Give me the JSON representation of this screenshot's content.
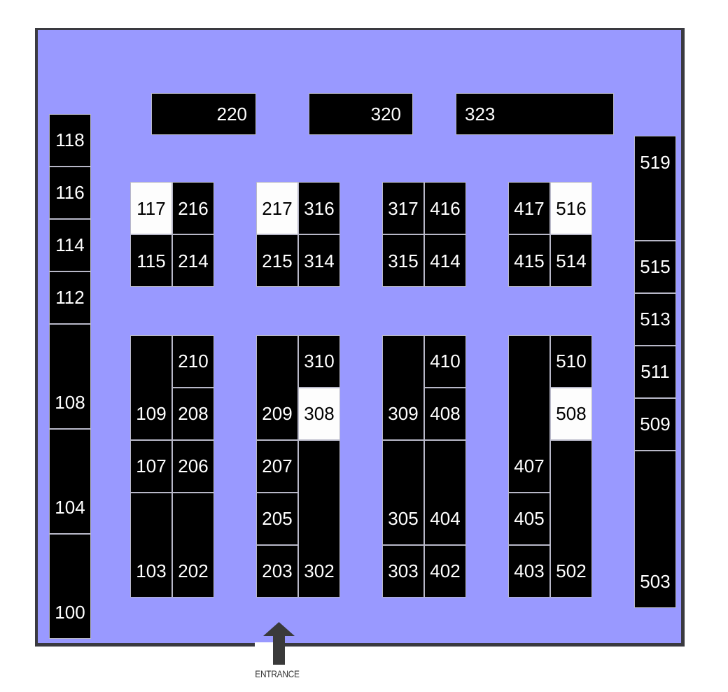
{
  "map": {
    "entrance_label": "ENTRANCE",
    "colors": {
      "floor": "#9999ff",
      "booth": "#000000",
      "booth_highlighted": "#fdfdfd",
      "wall": "#3a3a40"
    }
  },
  "booths": [
    {
      "number": "118",
      "highlighted": false
    },
    {
      "number": "116",
      "highlighted": false
    },
    {
      "number": "114",
      "highlighted": false
    },
    {
      "number": "112",
      "highlighted": false
    },
    {
      "number": "108",
      "highlighted": false
    },
    {
      "number": "104",
      "highlighted": false
    },
    {
      "number": "100",
      "highlighted": false
    },
    {
      "number": "220",
      "highlighted": false
    },
    {
      "number": "320",
      "highlighted": false
    },
    {
      "number": "323",
      "highlighted": false
    },
    {
      "number": "117",
      "highlighted": true
    },
    {
      "number": "216",
      "highlighted": false
    },
    {
      "number": "115",
      "highlighted": false
    },
    {
      "number": "214",
      "highlighted": false
    },
    {
      "number": "217",
      "highlighted": true
    },
    {
      "number": "316",
      "highlighted": false
    },
    {
      "number": "215",
      "highlighted": false
    },
    {
      "number": "314",
      "highlighted": false
    },
    {
      "number": "317",
      "highlighted": false
    },
    {
      "number": "416",
      "highlighted": false
    },
    {
      "number": "315",
      "highlighted": false
    },
    {
      "number": "414",
      "highlighted": false
    },
    {
      "number": "417",
      "highlighted": false
    },
    {
      "number": "516",
      "highlighted": true
    },
    {
      "number": "415",
      "highlighted": false
    },
    {
      "number": "514",
      "highlighted": false
    },
    {
      "number": "109",
      "highlighted": false
    },
    {
      "number": "210",
      "highlighted": false
    },
    {
      "number": "208",
      "highlighted": false
    },
    {
      "number": "107",
      "highlighted": false
    },
    {
      "number": "206",
      "highlighted": false
    },
    {
      "number": "103",
      "highlighted": false
    },
    {
      "number": "202",
      "highlighted": false
    },
    {
      "number": "209",
      "highlighted": false
    },
    {
      "number": "310",
      "highlighted": false
    },
    {
      "number": "308",
      "highlighted": true
    },
    {
      "number": "207",
      "highlighted": false
    },
    {
      "number": "205",
      "highlighted": false
    },
    {
      "number": "203",
      "highlighted": false
    },
    {
      "number": "302",
      "highlighted": false
    },
    {
      "number": "309",
      "highlighted": false
    },
    {
      "number": "410",
      "highlighted": false
    },
    {
      "number": "408",
      "highlighted": false
    },
    {
      "number": "305",
      "highlighted": false
    },
    {
      "number": "404",
      "highlighted": false
    },
    {
      "number": "303",
      "highlighted": false
    },
    {
      "number": "402",
      "highlighted": false
    },
    {
      "number": "407",
      "highlighted": false
    },
    {
      "number": "510",
      "highlighted": false
    },
    {
      "number": "508",
      "highlighted": true
    },
    {
      "number": "405",
      "highlighted": false
    },
    {
      "number": "403",
      "highlighted": false
    },
    {
      "number": "502",
      "highlighted": false
    },
    {
      "number": "519",
      "highlighted": false
    },
    {
      "number": "515",
      "highlighted": false
    },
    {
      "number": "513",
      "highlighted": false
    },
    {
      "number": "511",
      "highlighted": false
    },
    {
      "number": "509",
      "highlighted": false
    },
    {
      "number": "503",
      "highlighted": false
    }
  ]
}
